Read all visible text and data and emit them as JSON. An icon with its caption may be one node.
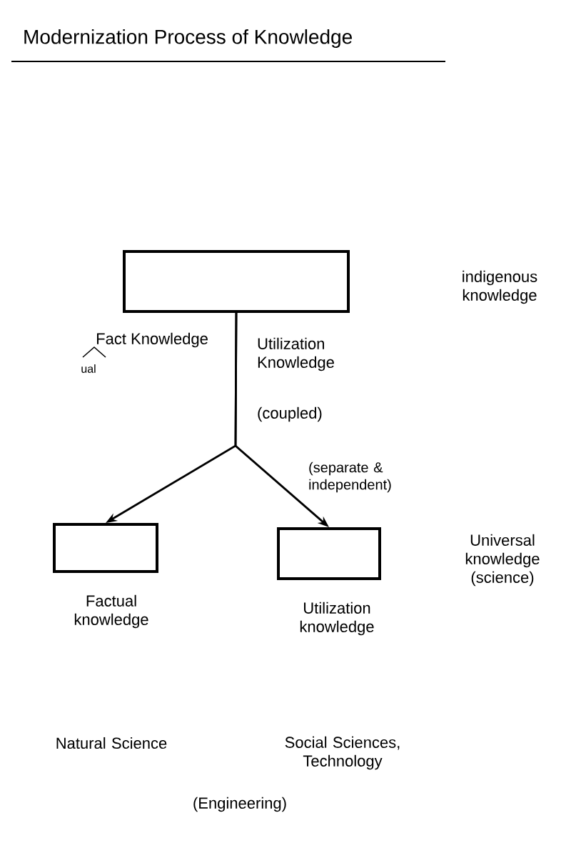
{
  "diagram": {
    "title": "Modernization Process of Knowledge",
    "nodes": [
      {
        "text": [
          "Fact Knowledge",
          "Utilization Knowledge"
        ]
      },
      {
        "text": [
          "Factual knowledge"
        ]
      },
      {
        "text": [
          "Utilization knowledge"
        ]
      }
    ],
    "edges": [
      {
        "from": 0,
        "to": 1,
        "arrow": "to"
      },
      {
        "from": 0,
        "to": 2,
        "arrow": "to"
      }
    ],
    "labels": [
      "ual",
      "indigenous knowledge",
      "(coupled)",
      "(separate & independent)",
      "Universal knowledge (science)",
      "Natural Science",
      "Social Sciences, Technology",
      "(Engineering)"
    ]
  }
}
